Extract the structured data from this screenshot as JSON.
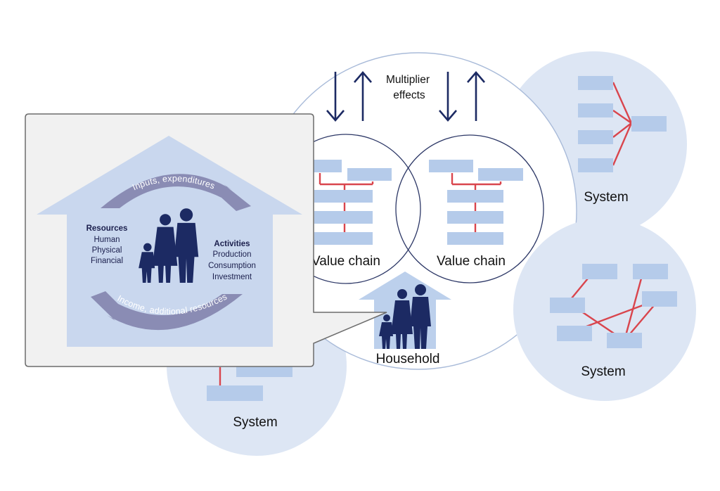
{
  "main_circle": {
    "multiplier_line1": "Multiplier",
    "multiplier_line2": "effects",
    "value_chain_left": "Value chain",
    "value_chain_right": "Value chain",
    "household": "Household"
  },
  "systems": {
    "top_right": "System",
    "bottom_right": "System",
    "bottom_left": "System"
  },
  "callout": {
    "arc_top": "Inputs, expenditures",
    "arc_bottom": "Income, additional resources",
    "resources": {
      "title": "Resources",
      "items": [
        "Human",
        "Physical",
        "Financial"
      ]
    },
    "activities": {
      "title": "Activities",
      "items": [
        "Production",
        "Consumption",
        "Investment"
      ]
    }
  },
  "colors": {
    "bubble": "#dde6f4",
    "box": "#b5cbea",
    "link": "#d9454d",
    "figure": "#1c2a63",
    "arc": "#8a8cb4"
  }
}
